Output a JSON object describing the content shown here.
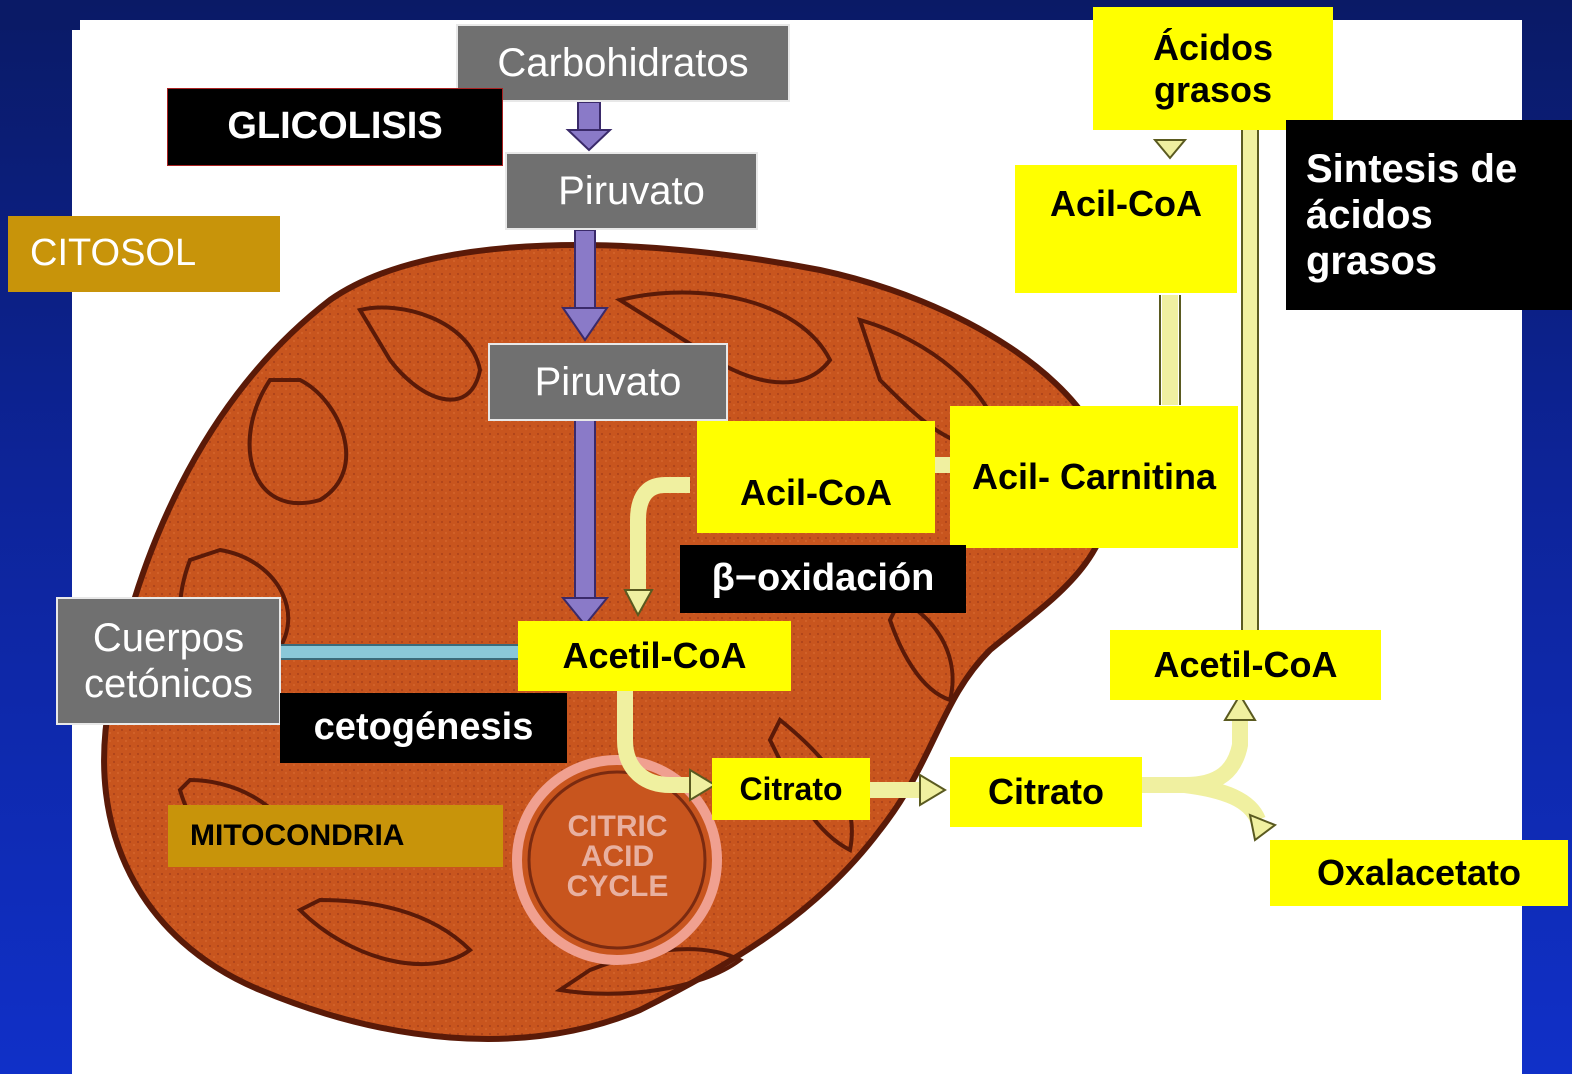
{
  "labels": {
    "carbohidratos": "Carbohidratos",
    "glicolisis": "GLICOLISIS",
    "piruvato_cytosol": "Piruvato",
    "citosol": "CITOSOL",
    "piruvato_mito": "Piruvato",
    "acil_coa_mito": "Acil-CoA",
    "acil_carnitina": "Acil- Carnitina",
    "beta_oxidacion": "β−oxidación",
    "acetil_coa_mito": "Acetil-CoA",
    "cuerpos_cetonicos": "Cuerpos cetónicos",
    "cetogenesis": "cetogénesis",
    "mitocondria": "MITOCONDRIA",
    "citrato_mito": "Citrato",
    "citrato_cytosol": "Citrato",
    "acidos_grasos": "Ácidos grasos",
    "acil_coa_cytosol": "Acil-CoA",
    "sintesis": "Sintesis de ácidos grasos",
    "acetil_coa_cytosol": "Acetil-CoA",
    "oxalacetato": "Oxalacetato",
    "citric_acid_cycle": "CITRIC ACID CYCLE"
  },
  "colors": {
    "background": "#0d2499",
    "mitochondrion": "#c8551e",
    "highlight": "#ffff00",
    "box_gray": "#707070",
    "box_gold": "#c8940a"
  }
}
